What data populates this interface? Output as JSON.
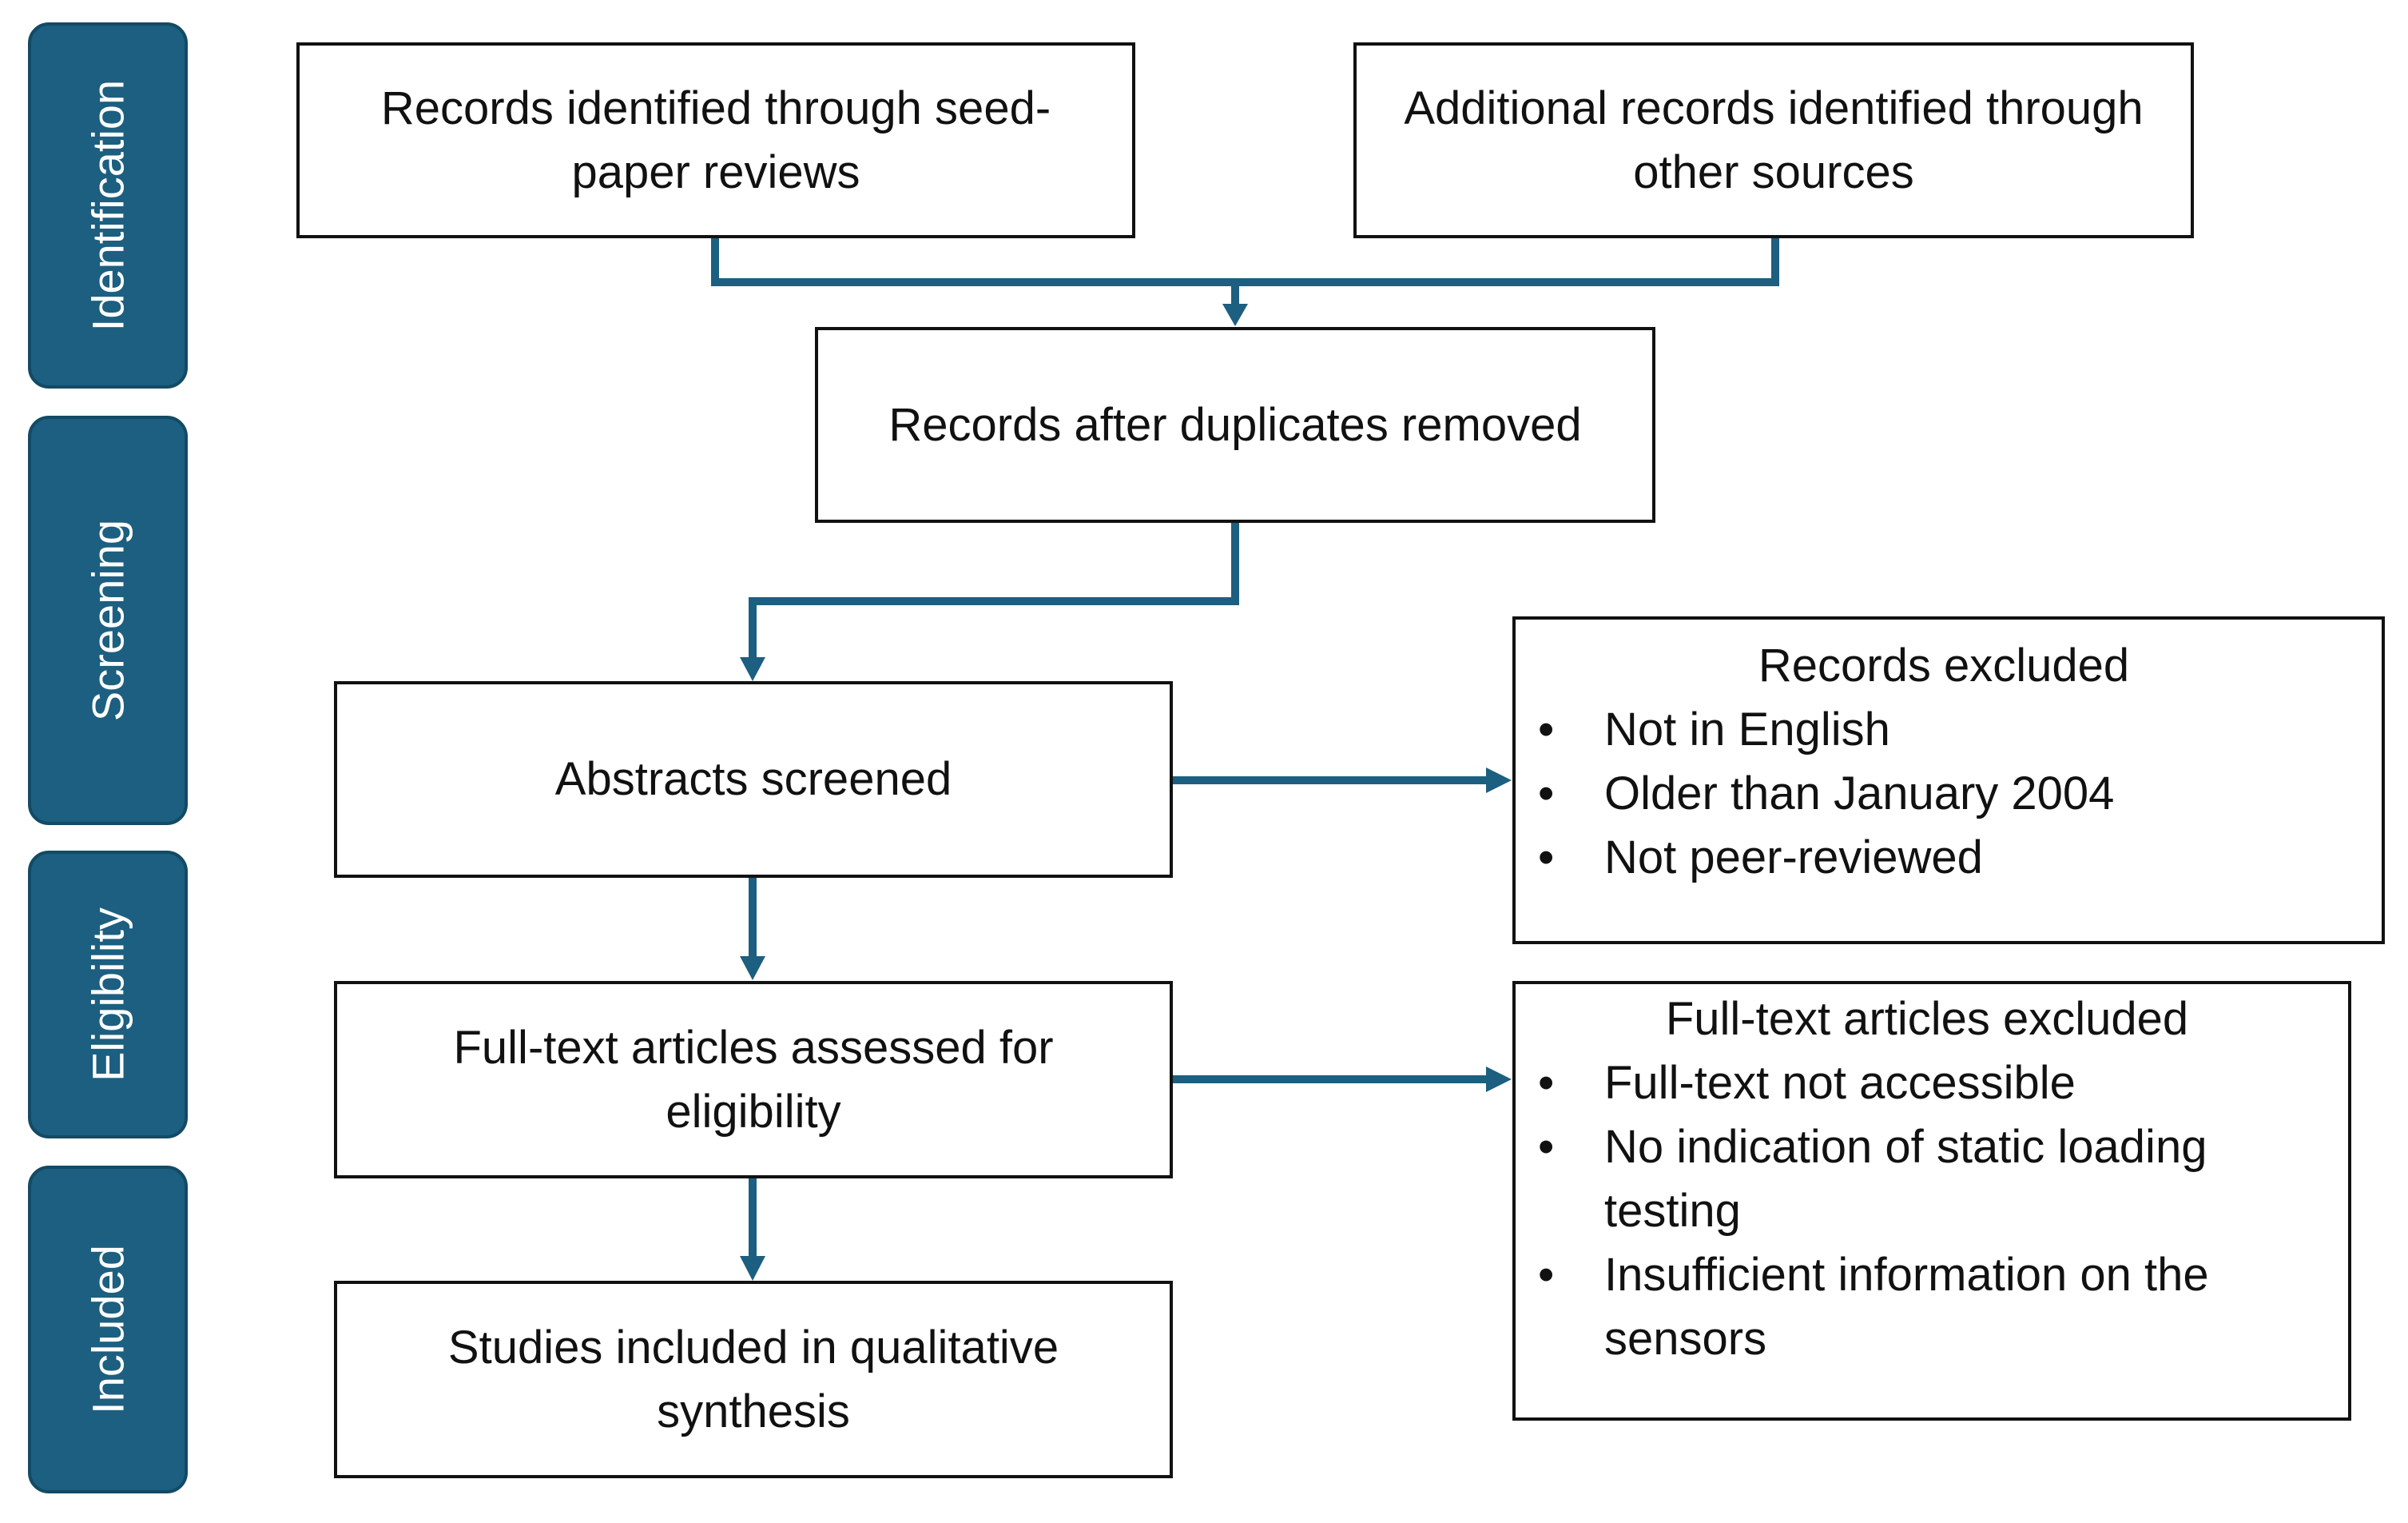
{
  "phases": {
    "identification": "Identification",
    "screening": "Screening",
    "eligibility": "Eligibility",
    "included": "Included"
  },
  "boxes": {
    "seed_records": "Records identified through seed-paper reviews",
    "other_records": "Additional records identified through other sources",
    "deduplicated": "Records after duplicates removed",
    "abstracts": "Abstracts screened",
    "fulltext": "Full-text articles assessed for eligibility",
    "included": "Studies included in qualitative synthesis"
  },
  "records_excluded": {
    "title": "Records excluded",
    "items": [
      "Not in English",
      "Older than January 2004",
      "Not peer-reviewed"
    ]
  },
  "fulltext_excluded": {
    "title": "Full-text articles excluded",
    "items": [
      "Full-text not accessible",
      "No indication of static loading testing",
      "Insufficient information on the sensors"
    ]
  },
  "colors": {
    "phase_fill": "#1c5f80",
    "connector": "#1c5f80",
    "box_border": "#111111"
  }
}
